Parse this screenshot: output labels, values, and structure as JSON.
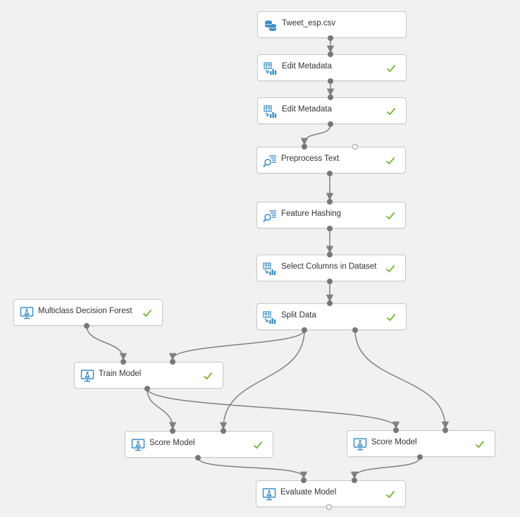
{
  "modules": [
    {
      "id": "tweet",
      "label": "Tweet_esp.csv",
      "icon": "dataset-icon",
      "status": ""
    },
    {
      "id": "meta1",
      "label": "Edit Metadata",
      "icon": "data-transform-icon",
      "status": "completed"
    },
    {
      "id": "meta2",
      "label": "Edit Metadata",
      "icon": "data-transform-icon",
      "status": "completed"
    },
    {
      "id": "pre",
      "label": "Preprocess Text",
      "icon": "text-analytics-icon",
      "status": "completed"
    },
    {
      "id": "hash",
      "label": "Feature Hashing",
      "icon": "text-analytics-icon",
      "status": "completed"
    },
    {
      "id": "select",
      "label": "Select Columns in Dataset",
      "icon": "data-transform-icon",
      "status": "completed"
    },
    {
      "id": "mdf",
      "label": "Multiclass Decision Forest",
      "icon": "machine-learning-icon",
      "status": "completed"
    },
    {
      "id": "split",
      "label": "Split Data",
      "icon": "data-transform-icon",
      "status": "completed"
    },
    {
      "id": "train",
      "label": "Train Model",
      "icon": "machine-learning-icon",
      "status": "completed"
    },
    {
      "id": "score1",
      "label": "Score Model",
      "icon": "machine-learning-icon",
      "status": "completed"
    },
    {
      "id": "score2",
      "label": "Score Model",
      "icon": "machine-learning-icon",
      "status": "completed"
    },
    {
      "id": "eval",
      "label": "Evaluate Model",
      "icon": "machine-learning-icon",
      "status": "completed"
    }
  ],
  "connections": [
    {
      "from": "tweet",
      "to": "meta1"
    },
    {
      "from": "meta1",
      "to": "meta2"
    },
    {
      "from": "meta2",
      "to": "pre"
    },
    {
      "from": "pre",
      "to": "hash"
    },
    {
      "from": "hash",
      "to": "select"
    },
    {
      "from": "select",
      "to": "split"
    },
    {
      "from": "mdf",
      "to": "train"
    },
    {
      "from": "split",
      "to": "train"
    },
    {
      "from": "split",
      "to": "score1"
    },
    {
      "from": "split",
      "to": "score2"
    },
    {
      "from": "train",
      "to": "score1"
    },
    {
      "from": "train",
      "to": "score2"
    },
    {
      "from": "score1",
      "to": "eval"
    },
    {
      "from": "score2",
      "to": "eval"
    }
  ],
  "colors": {
    "icon": "#3b8fc5",
    "check": "#7cbb3f",
    "edge": "#808080",
    "port": "#777777"
  }
}
